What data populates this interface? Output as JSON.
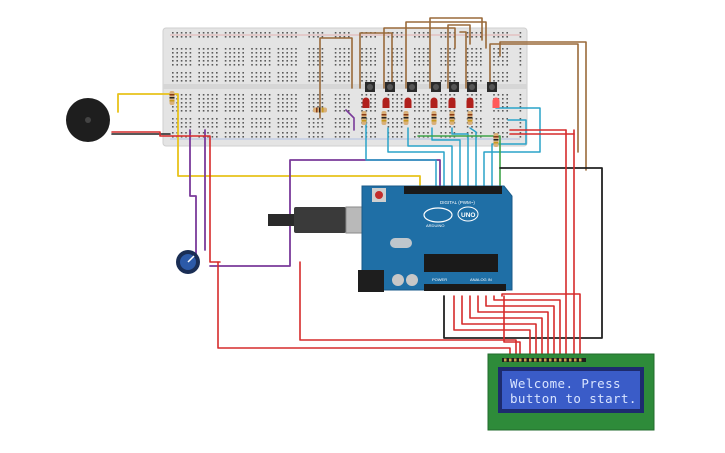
{
  "lcd": {
    "line1": "Welcome. Press",
    "line2": "button to start."
  },
  "arduino": {
    "logo_text": "UNO",
    "brand": "ARDUINO",
    "digital_label": "DIGITAL (PWM~)",
    "power_label": "POWER",
    "analog_label": "ANALOG IN"
  },
  "colors": {
    "wire_red": "#d62b2b",
    "wire_black": "#222222",
    "wire_yellow": "#e8c21b",
    "wire_purple": "#7a3a9a",
    "wire_brown": "#9a6a3a",
    "wire_cyan": "#2aa3c9",
    "wire_green": "#3fa34a",
    "board_blue": "#1f6fa6",
    "lcd_green": "#2e8b3a",
    "lcd_screen": "#3a5cc8",
    "breadboard": "#e4e4e4",
    "button_red": "#b0201c"
  },
  "components": {
    "buzzer": "buzzer-icon",
    "potentiometer": "potentiometer-icon",
    "push_buttons": 7,
    "leds": 7
  }
}
